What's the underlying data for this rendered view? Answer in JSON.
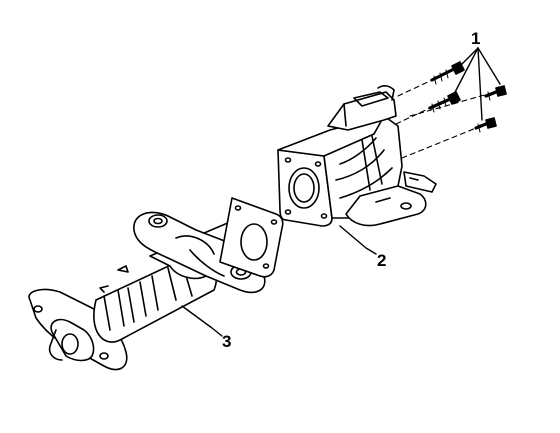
{
  "diagram": {
    "callouts": [
      {
        "id": "1",
        "label": "1"
      },
      {
        "id": "2",
        "label": "2"
      },
      {
        "id": "3",
        "label": "3"
      }
    ]
  },
  "colors": {
    "line": "#000000",
    "background": "#ffffff"
  }
}
